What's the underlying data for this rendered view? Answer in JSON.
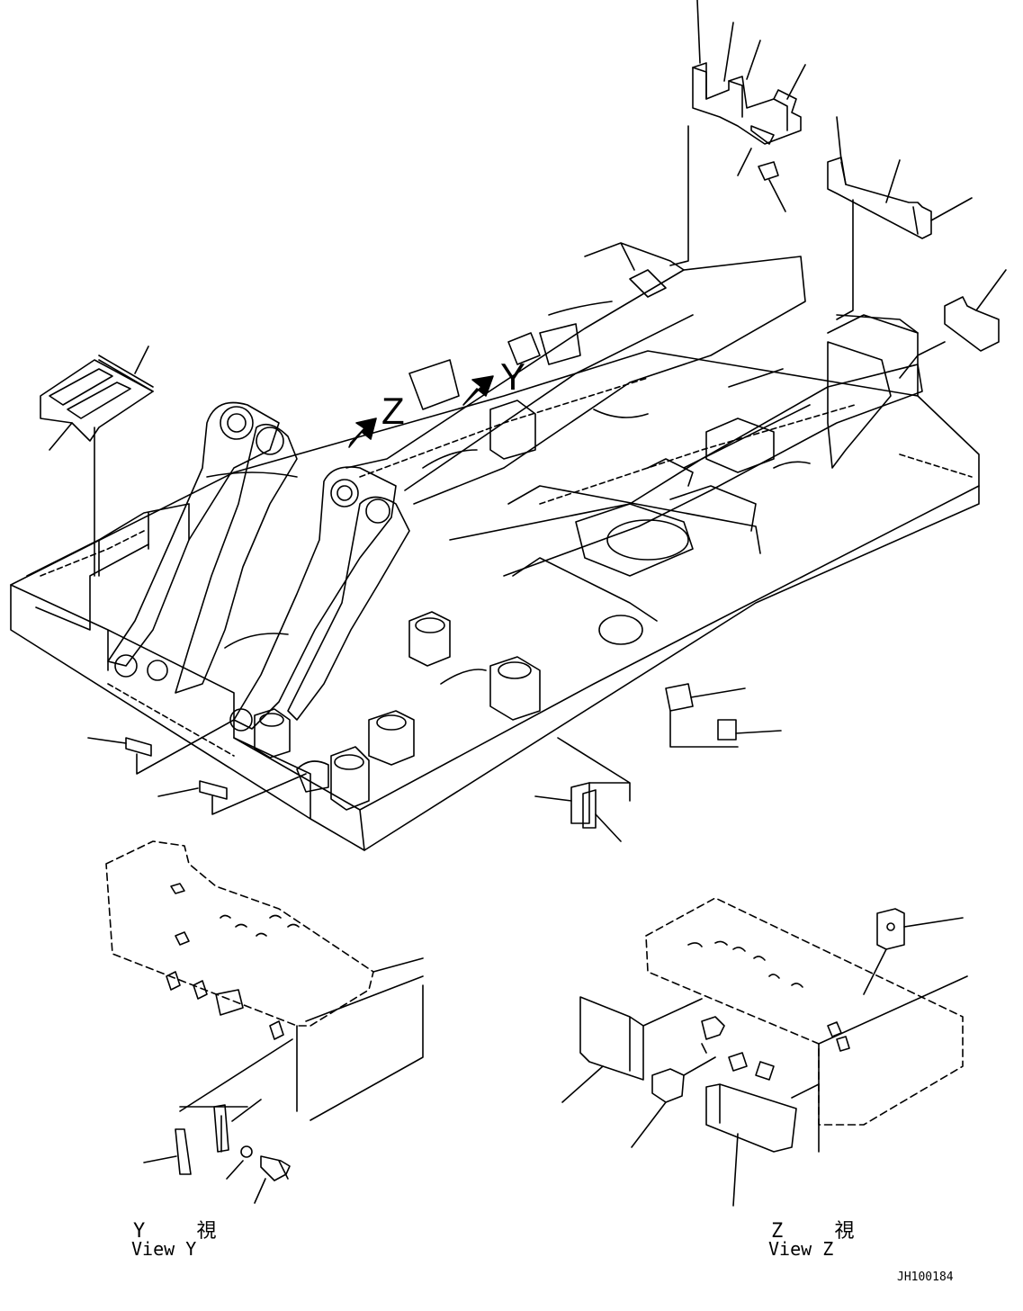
{
  "arrow_labels": {
    "y": "Y",
    "z": "Z"
  },
  "view_y": {
    "jp": "Y 視",
    "en": "View Y"
  },
  "view_z": {
    "jp": "Z 視",
    "en": "View Z"
  },
  "drawing_number": "JH100184",
  "colors": {
    "line": "#000000",
    "background": "#ffffff"
  }
}
